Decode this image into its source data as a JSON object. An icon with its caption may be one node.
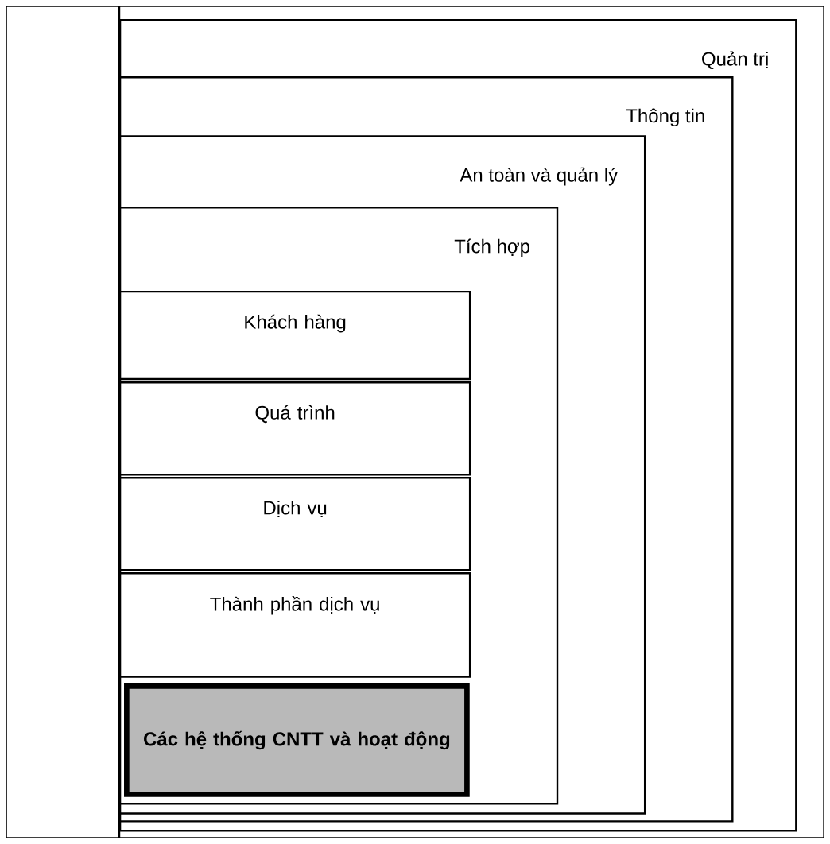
{
  "diagram": {
    "nodes": [
      {
        "text": [
          "Quản trị"
        ]
      },
      {
        "text": [
          "Thông tin"
        ],
        "in": 0
      },
      {
        "text": [
          "An toàn và quản lý"
        ],
        "in": 1
      },
      {
        "text": [
          "Tích hợp"
        ],
        "in": 2
      },
      {
        "text": [
          "Khách hàng"
        ],
        "in": 3
      },
      {
        "text": [
          "Quá trình"
        ],
        "in": 3
      },
      {
        "text": [
          "Dịch vụ"
        ],
        "in": 3
      },
      {
        "text": [
          "Thành phần dịch vụ"
        ],
        "in": 3
      },
      {
        "text": [
          "Các hệ thống CNTT và hoạt động"
        ],
        "in": 3
      }
    ]
  }
}
